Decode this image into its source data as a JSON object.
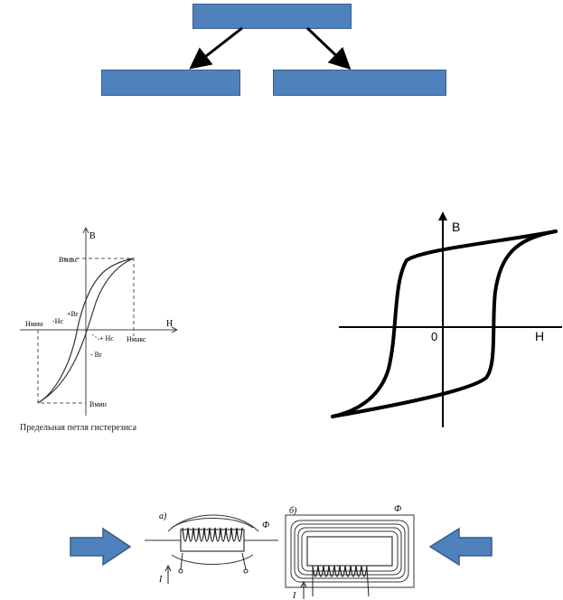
{
  "top_diagram": {
    "boxes": [
      {
        "id": "top",
        "text": ""
      },
      {
        "id": "left",
        "text": ""
      },
      {
        "id": "right",
        "text": ""
      }
    ],
    "arrow_color": "#000000",
    "box_color": "#4f81bd"
  },
  "left_loop": {
    "axis_b": "B",
    "axis_h": "H",
    "b_max": "Bмакс",
    "b_min": "Bмин",
    "h_max": "Hмакс",
    "h_min": "Hмин",
    "plus_br": "+Br",
    "minus_br": "- Br",
    "minus_hc": "-Hc",
    "plus_hc": "+ Hc",
    "caption": "Предельная петля гистерезиса"
  },
  "right_loop": {
    "axis_b": "B",
    "axis_h": "H",
    "origin": "0"
  },
  "coils": {
    "label_a": "а)",
    "label_b": "б)",
    "flux_a": "Ф",
    "flux_b": "Ф",
    "current_a": "I",
    "current_b": "I"
  },
  "side_arrows": {
    "color": "#4f81bd"
  }
}
